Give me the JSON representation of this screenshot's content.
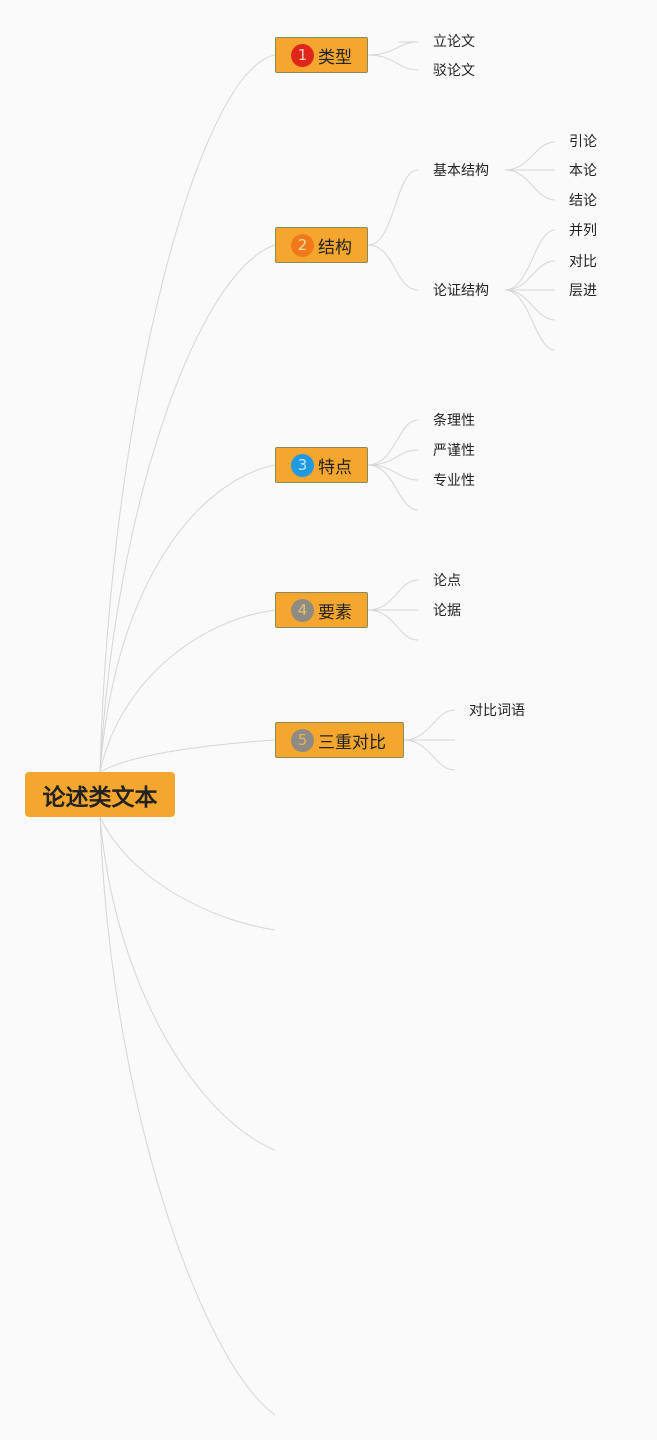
{
  "root": {
    "label": "论述类文本"
  },
  "topics": [
    {
      "num": "1",
      "label": "类型",
      "children": [
        "立论文",
        "驳论文"
      ]
    },
    {
      "num": "2",
      "label": "结构",
      "children": [
        {
          "label": "基本结构",
          "children": [
            "引论",
            "本论",
            "结论"
          ]
        },
        {
          "label": "论证结构",
          "children": [
            "并列",
            "对比",
            "层进"
          ]
        }
      ]
    },
    {
      "num": "3",
      "label": "特点",
      "children": [
        "条理性",
        "严谨性",
        "专业性"
      ]
    },
    {
      "num": "4",
      "label": "要素",
      "children": [
        "论点",
        "论据"
      ]
    },
    {
      "num": "5",
      "label": "三重对比",
      "children": [
        "对比词语"
      ]
    }
  ],
  "colors": {
    "node_fill": "#f4a62e",
    "connector": "#d6d6d6",
    "background": "#fafafa"
  }
}
